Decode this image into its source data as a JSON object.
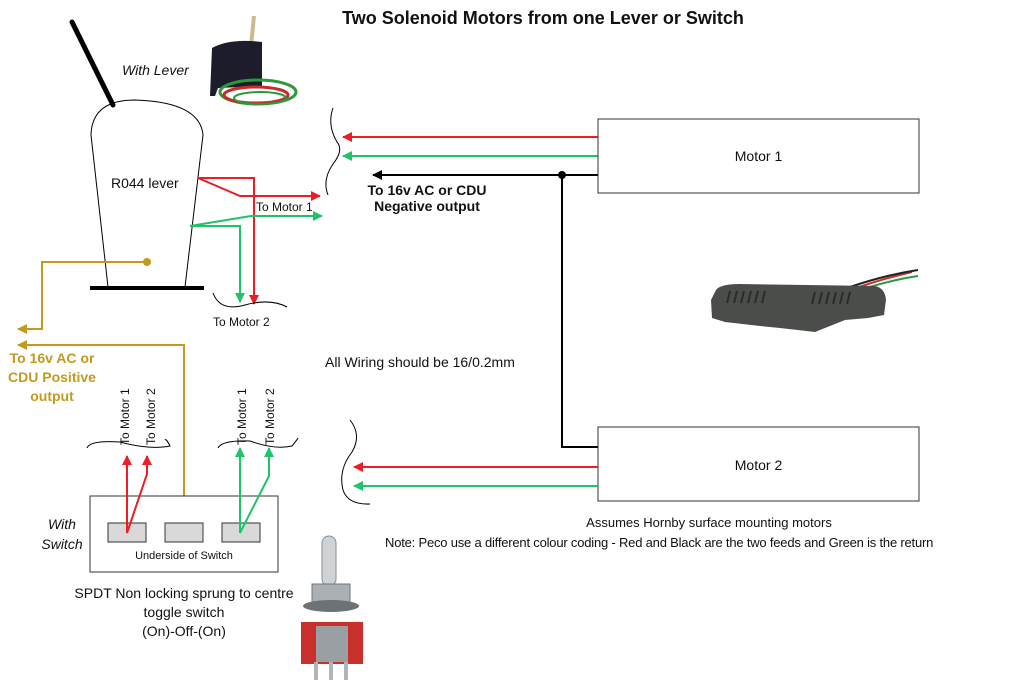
{
  "title": "Two Solenoid Motors from one Lever or Switch",
  "lever_section": {
    "caption": "With Lever",
    "lever_label": "R044 lever",
    "to_motor_1": "To Motor 1",
    "to_motor_2": "To Motor 2",
    "photo_icon": "lever-frame-photo"
  },
  "negative_label": {
    "line1": "To 16v AC or CDU",
    "line2": "Negative output"
  },
  "positive_label": {
    "line1": "To 16v AC or",
    "line2": "CDU Positive",
    "line3": "output"
  },
  "wiring_note": "All Wiring should be 16/0.2mm",
  "motors": [
    {
      "label": "Motor 1"
    },
    {
      "label": "Motor 2"
    }
  ],
  "motor_photo_icon": "hornby-surface-motor-photo",
  "switch_section": {
    "caption_line1": "With",
    "caption_line2": "Switch",
    "underside_label": "Underside of Switch",
    "red_outputs": [
      "To Motor 1",
      "To Motor 2"
    ],
    "green_outputs": [
      "To Motor 1",
      "To Motor 2"
    ],
    "desc_line1": "SPDT Non locking sprung to centre",
    "desc_line2": "toggle switch",
    "desc_line3": "(On)-Off-(On)",
    "photo_icon": "toggle-switch-photo"
  },
  "notes": {
    "assumes": "Assumes Hornby surface mounting motors",
    "peco": "Note: Peco use a different colour coding -  Red and Black are the two feeds and Green is the return"
  },
  "colors": {
    "red_wire": "#ee1c25",
    "green_wire": "#1fc46a",
    "black_wire": "#000000",
    "gold_wire": "#c39a1f"
  }
}
